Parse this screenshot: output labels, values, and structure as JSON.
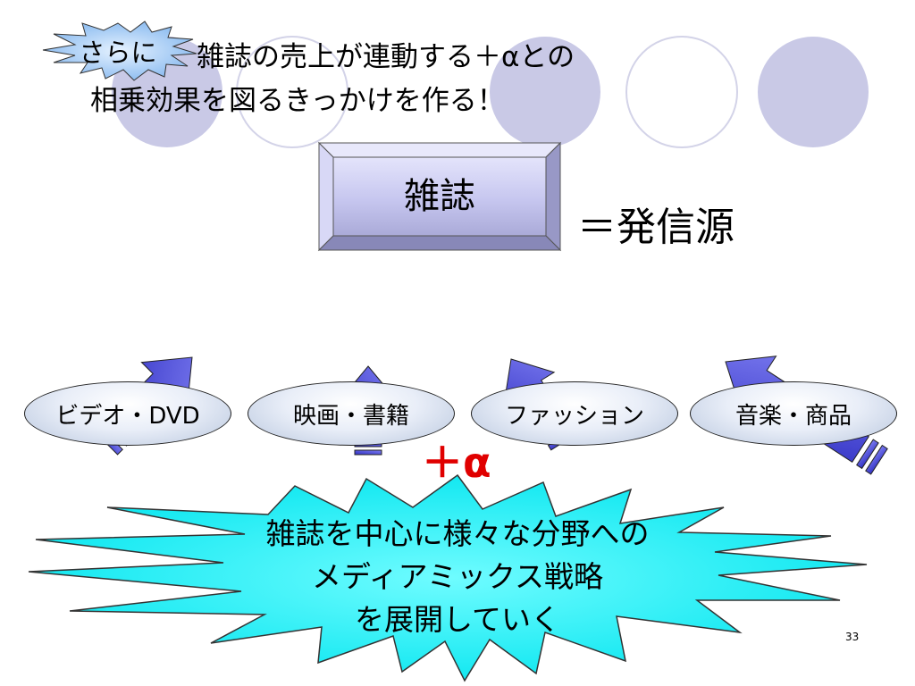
{
  "badge": {
    "text": "さらに"
  },
  "title": {
    "line1": "雑誌の売上が連動する＋αとの",
    "line2": "相乗効果を図るきっかけを作る！"
  },
  "center": {
    "box_label": "雑誌",
    "side_label": "＝発信源"
  },
  "outputs": [
    {
      "label": "ビデオ・DVD"
    },
    {
      "label": "映画・書籍"
    },
    {
      "label": "ファッション"
    },
    {
      "label": "音楽・商品"
    }
  ],
  "plus_label": "＋α",
  "burst": {
    "line1": "雑誌を中心に様々な分野への",
    "line2": "メディアミックス戦略",
    "line3": "を展開していく"
  },
  "page_number": "33",
  "colors": {
    "deco_circle_fill": "#c9c9e6",
    "deco_circle_stroke": "#d7d7ea",
    "box_fill": "#c6c6ef",
    "arrow_fill": "#4a4ad8",
    "oval_fill": "#dfe6f2",
    "burst_fill": "#00f0f0",
    "badge_fill": "#9ec8f2",
    "accent_red": "#e00000"
  }
}
